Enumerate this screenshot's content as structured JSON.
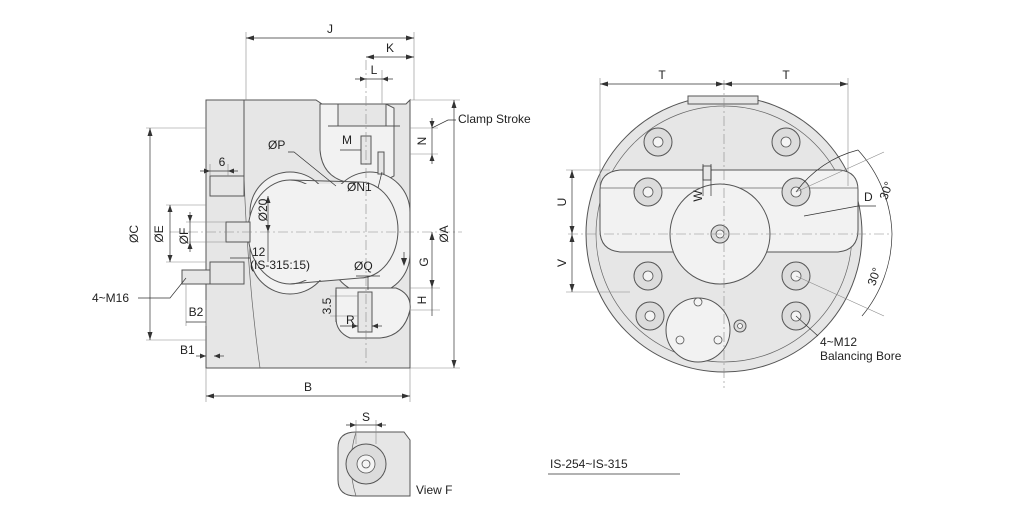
{
  "side_view": {
    "labels": {
      "J": "J",
      "K": "K",
      "L": "L",
      "M": "M",
      "N": "N",
      "P": "ØP",
      "N1": "ØN1",
      "six": "6",
      "d20": "Ø20",
      "twelve": "12",
      "is315": "(IS-315:15)",
      "C": "ØC",
      "E": "ØE",
      "F": "ØF",
      "A": "ØA",
      "G": "G",
      "Q": "ØQ",
      "three5": "3.5",
      "R": "R",
      "H": "H",
      "B2": "B2",
      "B1": "B1",
      "B": "B",
      "m16": "4~M16",
      "clamp": "Clamp Stroke"
    }
  },
  "view_f": {
    "S": "S",
    "caption": "View F"
  },
  "front_view": {
    "labels": {
      "T_left": "T",
      "T_right": "T",
      "U": "U",
      "V": "V",
      "W": "W",
      "D": "D",
      "angle_top": "30°",
      "angle_bottom": "30°",
      "m12": "4~M12",
      "bore": "Balancing Bore"
    }
  },
  "model_title": "IS-254~IS-315"
}
